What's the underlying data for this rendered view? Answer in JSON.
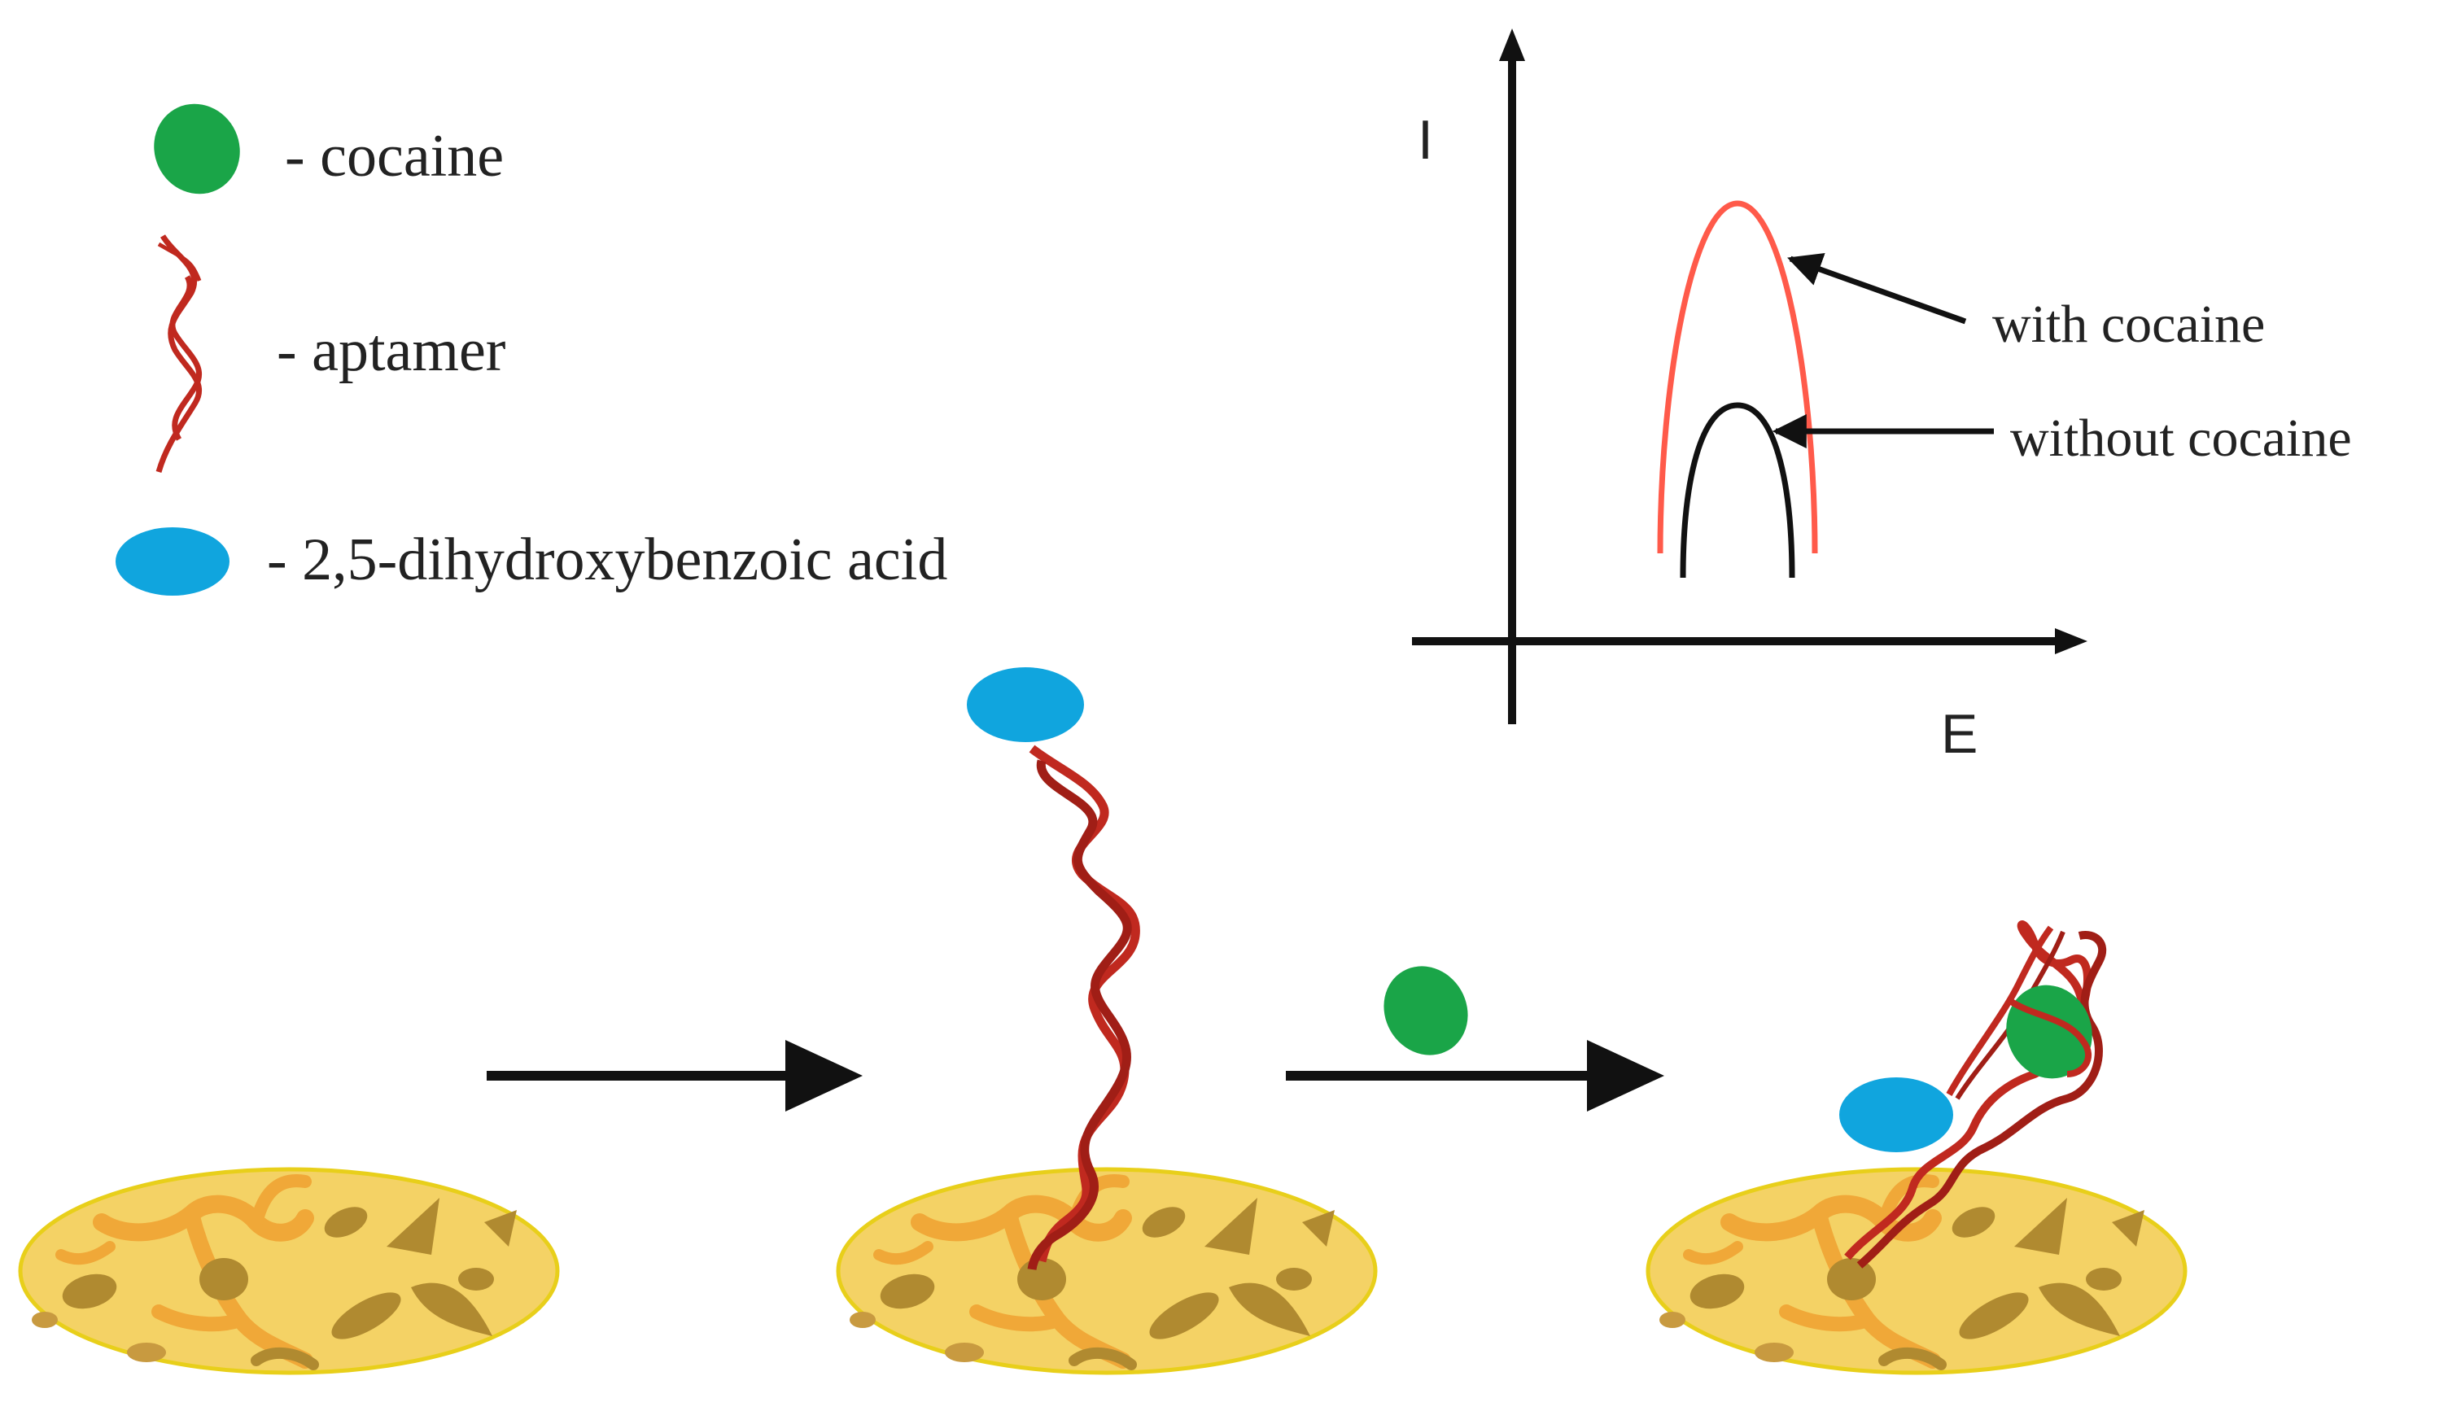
{
  "legend": {
    "cocaine_label": "- cocaine",
    "aptamer_label": "- aptamer",
    "dhba_label": "- 2,5-dihydroxybenzoic acid"
  },
  "graph": {
    "y_axis_label": "I",
    "x_axis_label": "E",
    "curves": [
      {
        "label": "with cocaine",
        "color": "#ff5a4a"
      },
      {
        "label": "without cocaine",
        "color": "#111111"
      }
    ]
  },
  "colors": {
    "cocaine": "#1aa548",
    "dhba": "#10a5de",
    "aptamer": "#c0291f",
    "electrode_fill": "#f4d265",
    "electrode_edge": "#e8cf1a",
    "electrode_pattern_light": "#f0a838",
    "electrode_pattern_dark": "#b08a30",
    "arrow": "#111111"
  },
  "icons": [
    "cocaine-icon",
    "aptamer-icon",
    "dhba-icon",
    "electrode-icon",
    "arrow-icon"
  ]
}
